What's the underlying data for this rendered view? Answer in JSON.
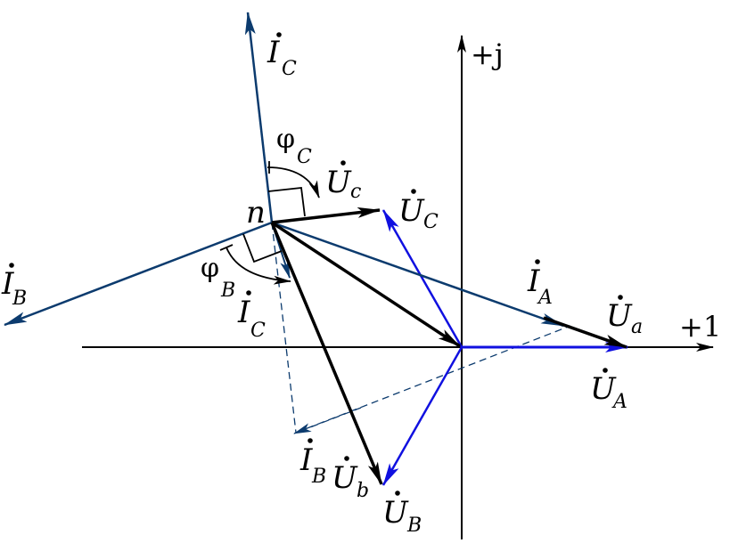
{
  "axes": {
    "real_label": "+1",
    "imag_label": "+j"
  },
  "neutral": {
    "label": "n"
  },
  "labels": {
    "IC_top": {
      "main": "I",
      "sub": "C"
    },
    "phiC": {
      "main": "φ",
      "sub": "C"
    },
    "Uc_small": {
      "main": "U",
      "sub": "c"
    },
    "UC": {
      "main": "U",
      "sub": "C"
    },
    "IB_left": {
      "main": "I",
      "sub": "B"
    },
    "phiB": {
      "main": "φ",
      "sub": "B"
    },
    "IC_mid": {
      "main": "I",
      "sub": "C"
    },
    "IA": {
      "main": "I",
      "sub": "A"
    },
    "Ua": {
      "main": "U",
      "sub": "a"
    },
    "UA": {
      "main": "U",
      "sub": "A"
    },
    "IB_bot": {
      "main": "I",
      "sub": "B"
    },
    "Ub": {
      "main": "U",
      "sub": "b"
    },
    "UB": {
      "main": "U",
      "sub": "B"
    }
  },
  "colors": {
    "axis": "#000000",
    "current": "#0c3b6e",
    "source_voltage": "#1010e0",
    "load_voltage": "#000000",
    "dashed": "#0c3b6e"
  }
}
